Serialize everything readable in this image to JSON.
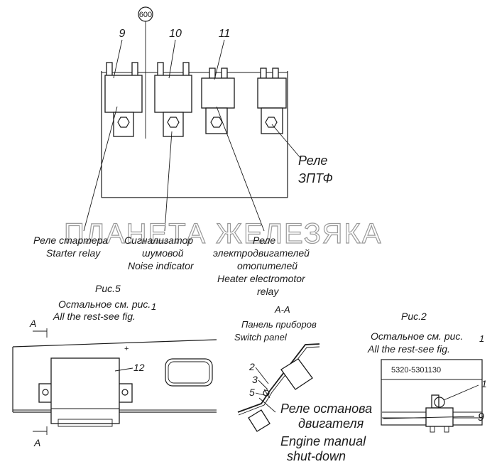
{
  "callouts": {
    "c9": "9",
    "c10": "10",
    "c11": "11",
    "c600": "600",
    "c12": "12",
    "c2": "2",
    "c3": "3",
    "c5": "5",
    "c1": "1",
    "c9b": "9"
  },
  "labels": {
    "rele_zptf_1": "Реле",
    "rele_zptf_2": "ЗПТФ",
    "starter_ru": "Реле стартера",
    "starter_en": "Starter relay",
    "signal_ru_1": "Сигнализатор",
    "signal_ru_2": "шумовой",
    "signal_en": "Noise indicator",
    "heater_ru_1": "Реле",
    "heater_ru_2": "электродвигателей",
    "heater_ru_3": "отопителей",
    "heater_en_1": "Heater electromotor",
    "heater_en_2": "relay",
    "fig5": "Рис.5",
    "rest_ru_left": "Остальное см. рис.",
    "rest_num_left": "1",
    "rest_en_left": "All the rest-see fig.",
    "section_a_top": "A",
    "section_a_bottom": "A",
    "aa": "А-А",
    "panel_ru": "Панель приборов",
    "panel_en": "Switch panel",
    "fig2": "Рис.2",
    "rest_ru_right": "Остальное см. рис.",
    "rest_num_right": "1",
    "rest_en_right": "All the rest-see fig.",
    "part_number": "5320-5301130",
    "stop_ru_1": "Реле останова",
    "stop_ru_2": "двигателя",
    "stop_en_1": "Engine manual",
    "stop_en_2": "shut-down"
  },
  "watermark": "ПЛАНЕТА ЖЕЛЕЗЯКА"
}
